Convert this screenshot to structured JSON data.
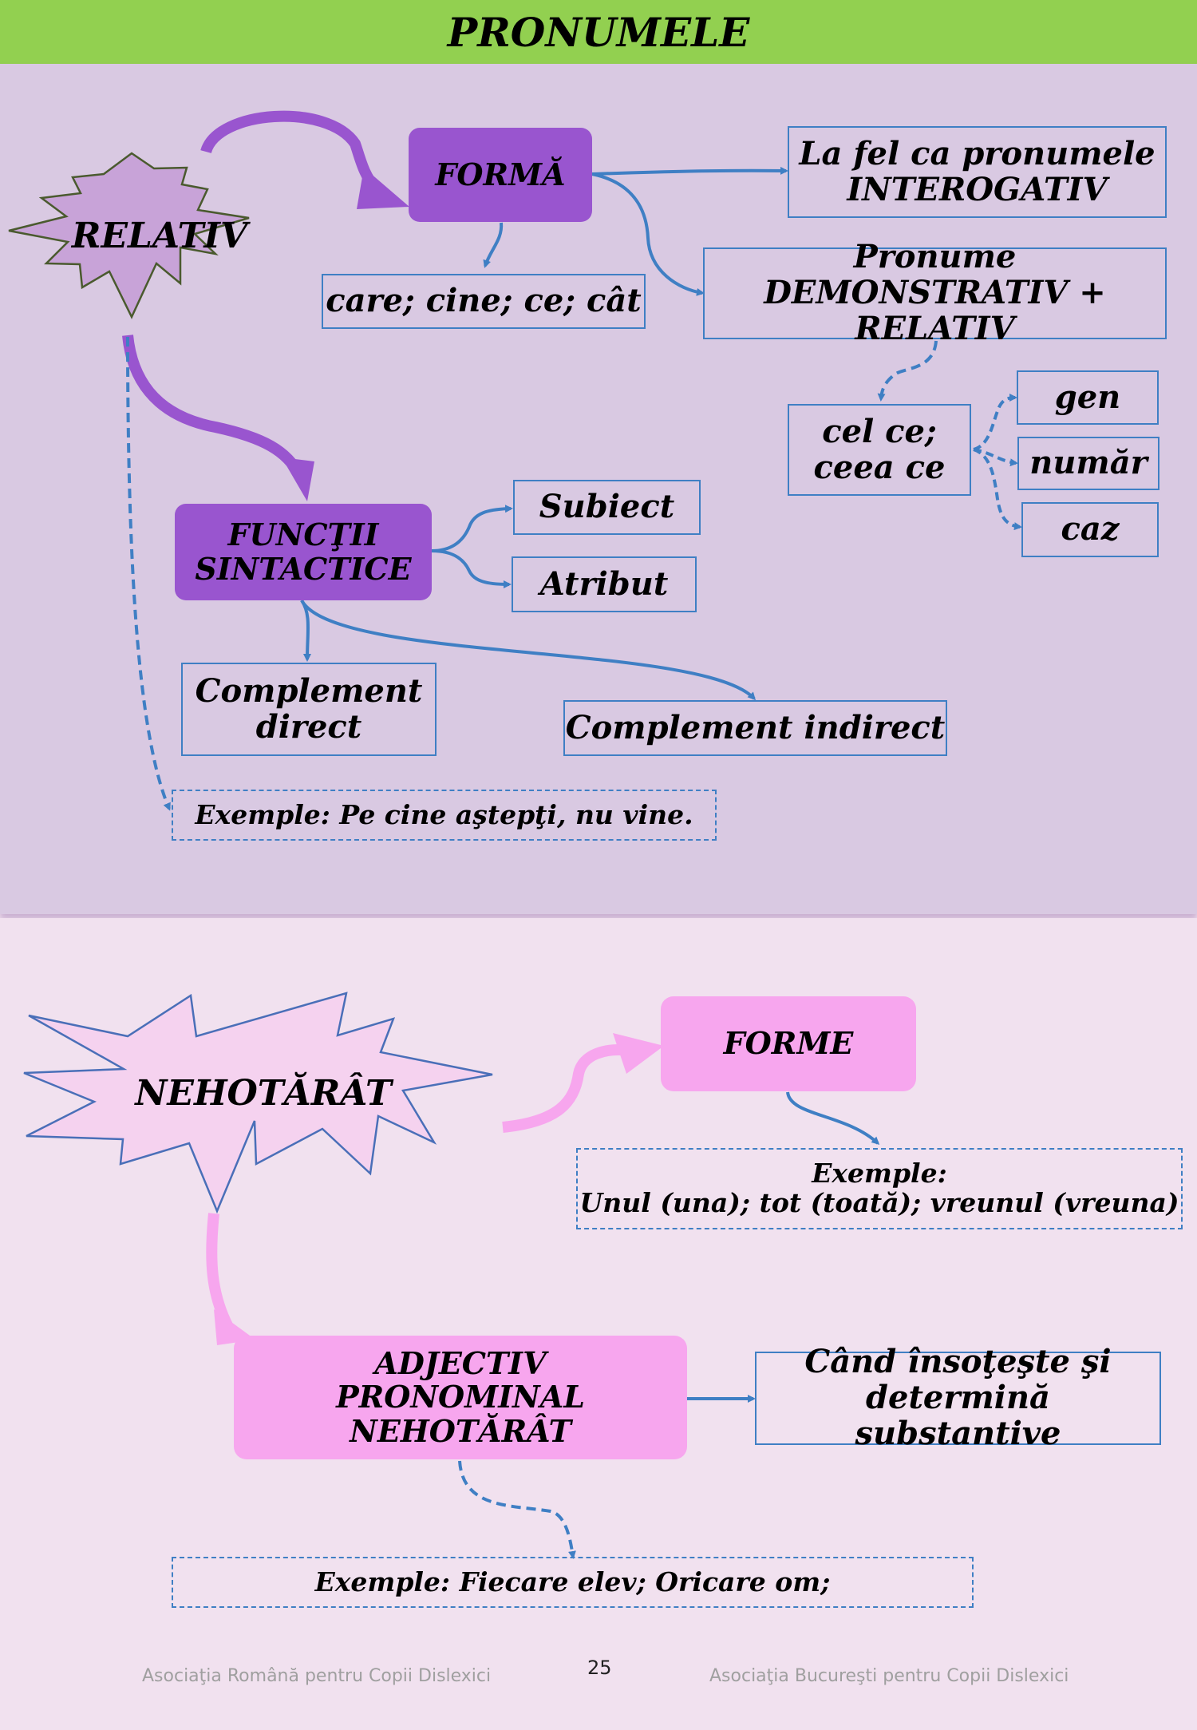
{
  "title": "PRONUMELE",
  "relative": {
    "star": "RELATIV",
    "forma": "FORMĂ",
    "forma_list": "care; cine; ce; cât",
    "interogativ": "La fel ca pronumele INTEROGATIV",
    "demonstrativ": "Pronume DEMONSTRATIV + RELATIV",
    "cel_ce": "cel ce; ceea ce",
    "gen": "gen",
    "numar": "număr",
    "caz": "caz",
    "functii": "FUNCŢII SINTACTICE",
    "subiect": "Subiect",
    "atribut": "Atribut",
    "complement_direct": "Complement direct",
    "complement_indirect": "Complement indirect",
    "exemple": "Exemple:  Pe cine aştepţi, nu vine."
  },
  "indefinite": {
    "star": "NEHOTĂRÂT",
    "forme": "FORME",
    "exemple_forme_title": "Exemple:",
    "exemple_forme": "Unul (una); tot (toată); vreunul (vreuna)",
    "adjectiv": "ADJECTIV PRONOMINAL NEHOTĂRÂT",
    "cand": "Când însoţeşte şi determină  substantive",
    "exemple": "Exemple:  Fiecare elev; Oricare om;"
  },
  "footer": {
    "left": "Asociaţia Română pentru Copii Dislexici",
    "page": "25",
    "right": "Asociaţia Bucureşti pentru Copii Dislexici"
  },
  "colors": {
    "header": "#92d050",
    "top_background": "#d9c9e2",
    "bottom_background": "#f1e1ef",
    "purple": "#9955cf",
    "pink": "#f7a6ee",
    "blue": "#3f7fc4"
  }
}
